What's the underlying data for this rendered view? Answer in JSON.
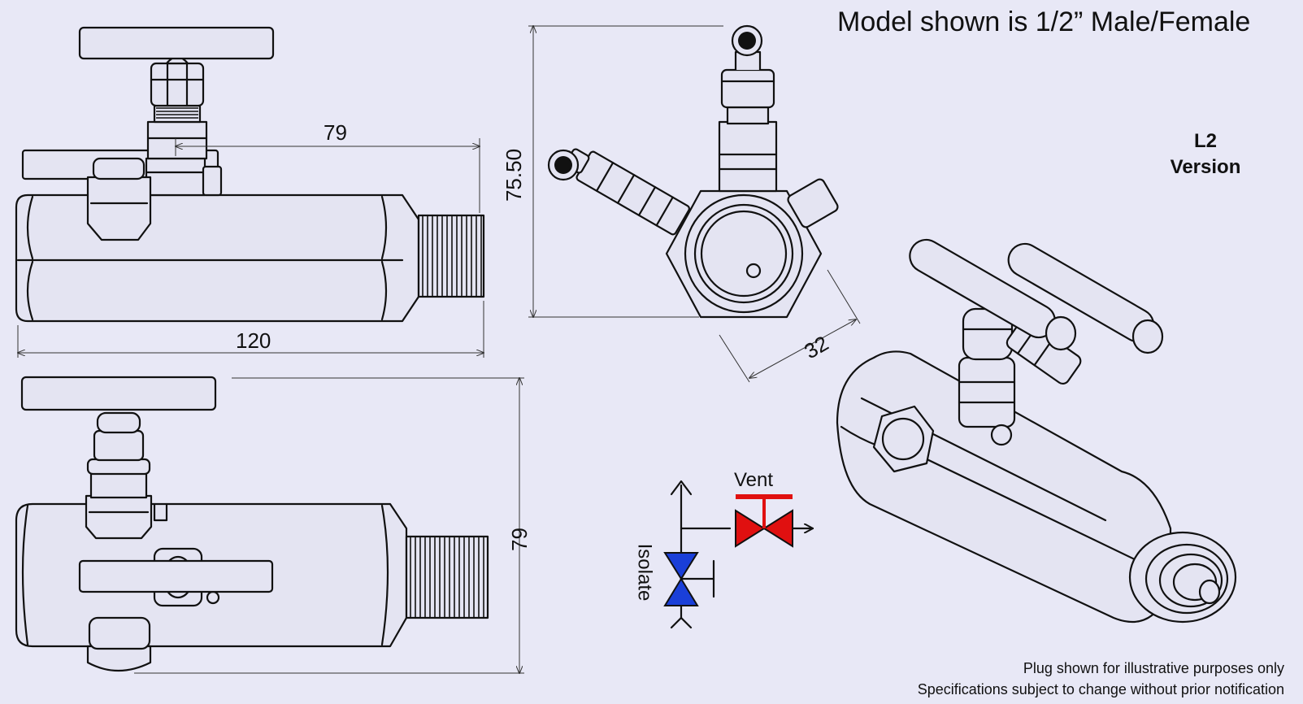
{
  "header": {
    "model_note": "Model shown is 1/2” Male/Female"
  },
  "version": {
    "line1": "L2",
    "line2": "Version"
  },
  "dimensions": {
    "side_length": "120",
    "side_offset": "79",
    "front_height": "75.50",
    "hex_width": "32",
    "top_height": "79"
  },
  "schematic": {
    "vent_label": "Vent",
    "isolate_label": "Isolate",
    "vent_color": "#e01010",
    "isolate_color": "#1a3fd8"
  },
  "footer": {
    "note1": "Plug shown for illustrative purposes only",
    "note2": "Specifications subject to change without prior notification"
  }
}
